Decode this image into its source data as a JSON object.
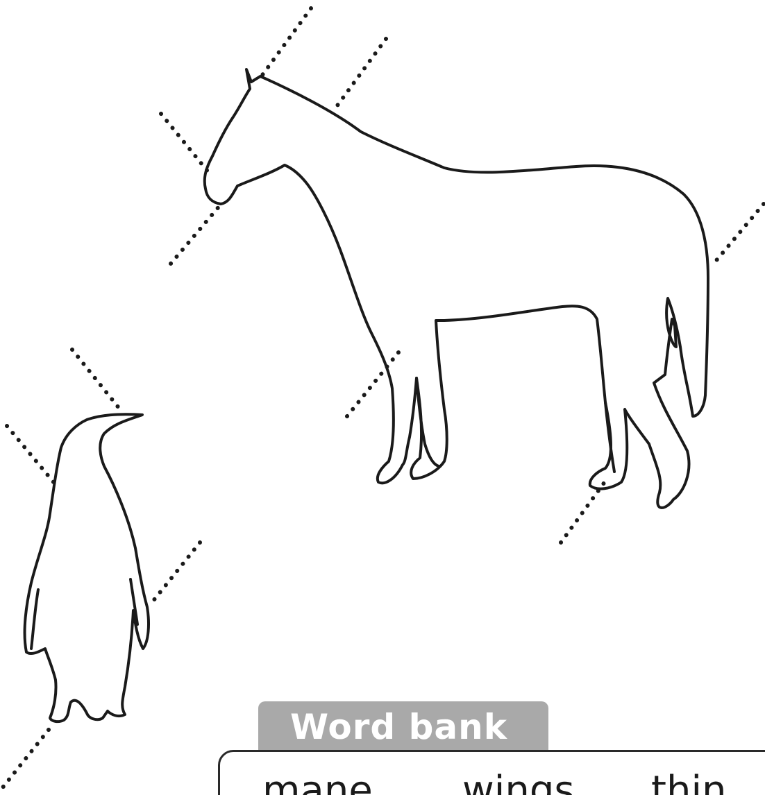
{
  "word_bank": {
    "title": "Word bank",
    "words": [
      "mane",
      "wings",
      "thin"
    ]
  },
  "illustrations": {
    "horse": "horse-outline",
    "penguin": "penguin-outline"
  },
  "colors": {
    "outline": "#1a1a1a",
    "tab": "#a9a9a9",
    "tab_text": "#ffffff"
  }
}
